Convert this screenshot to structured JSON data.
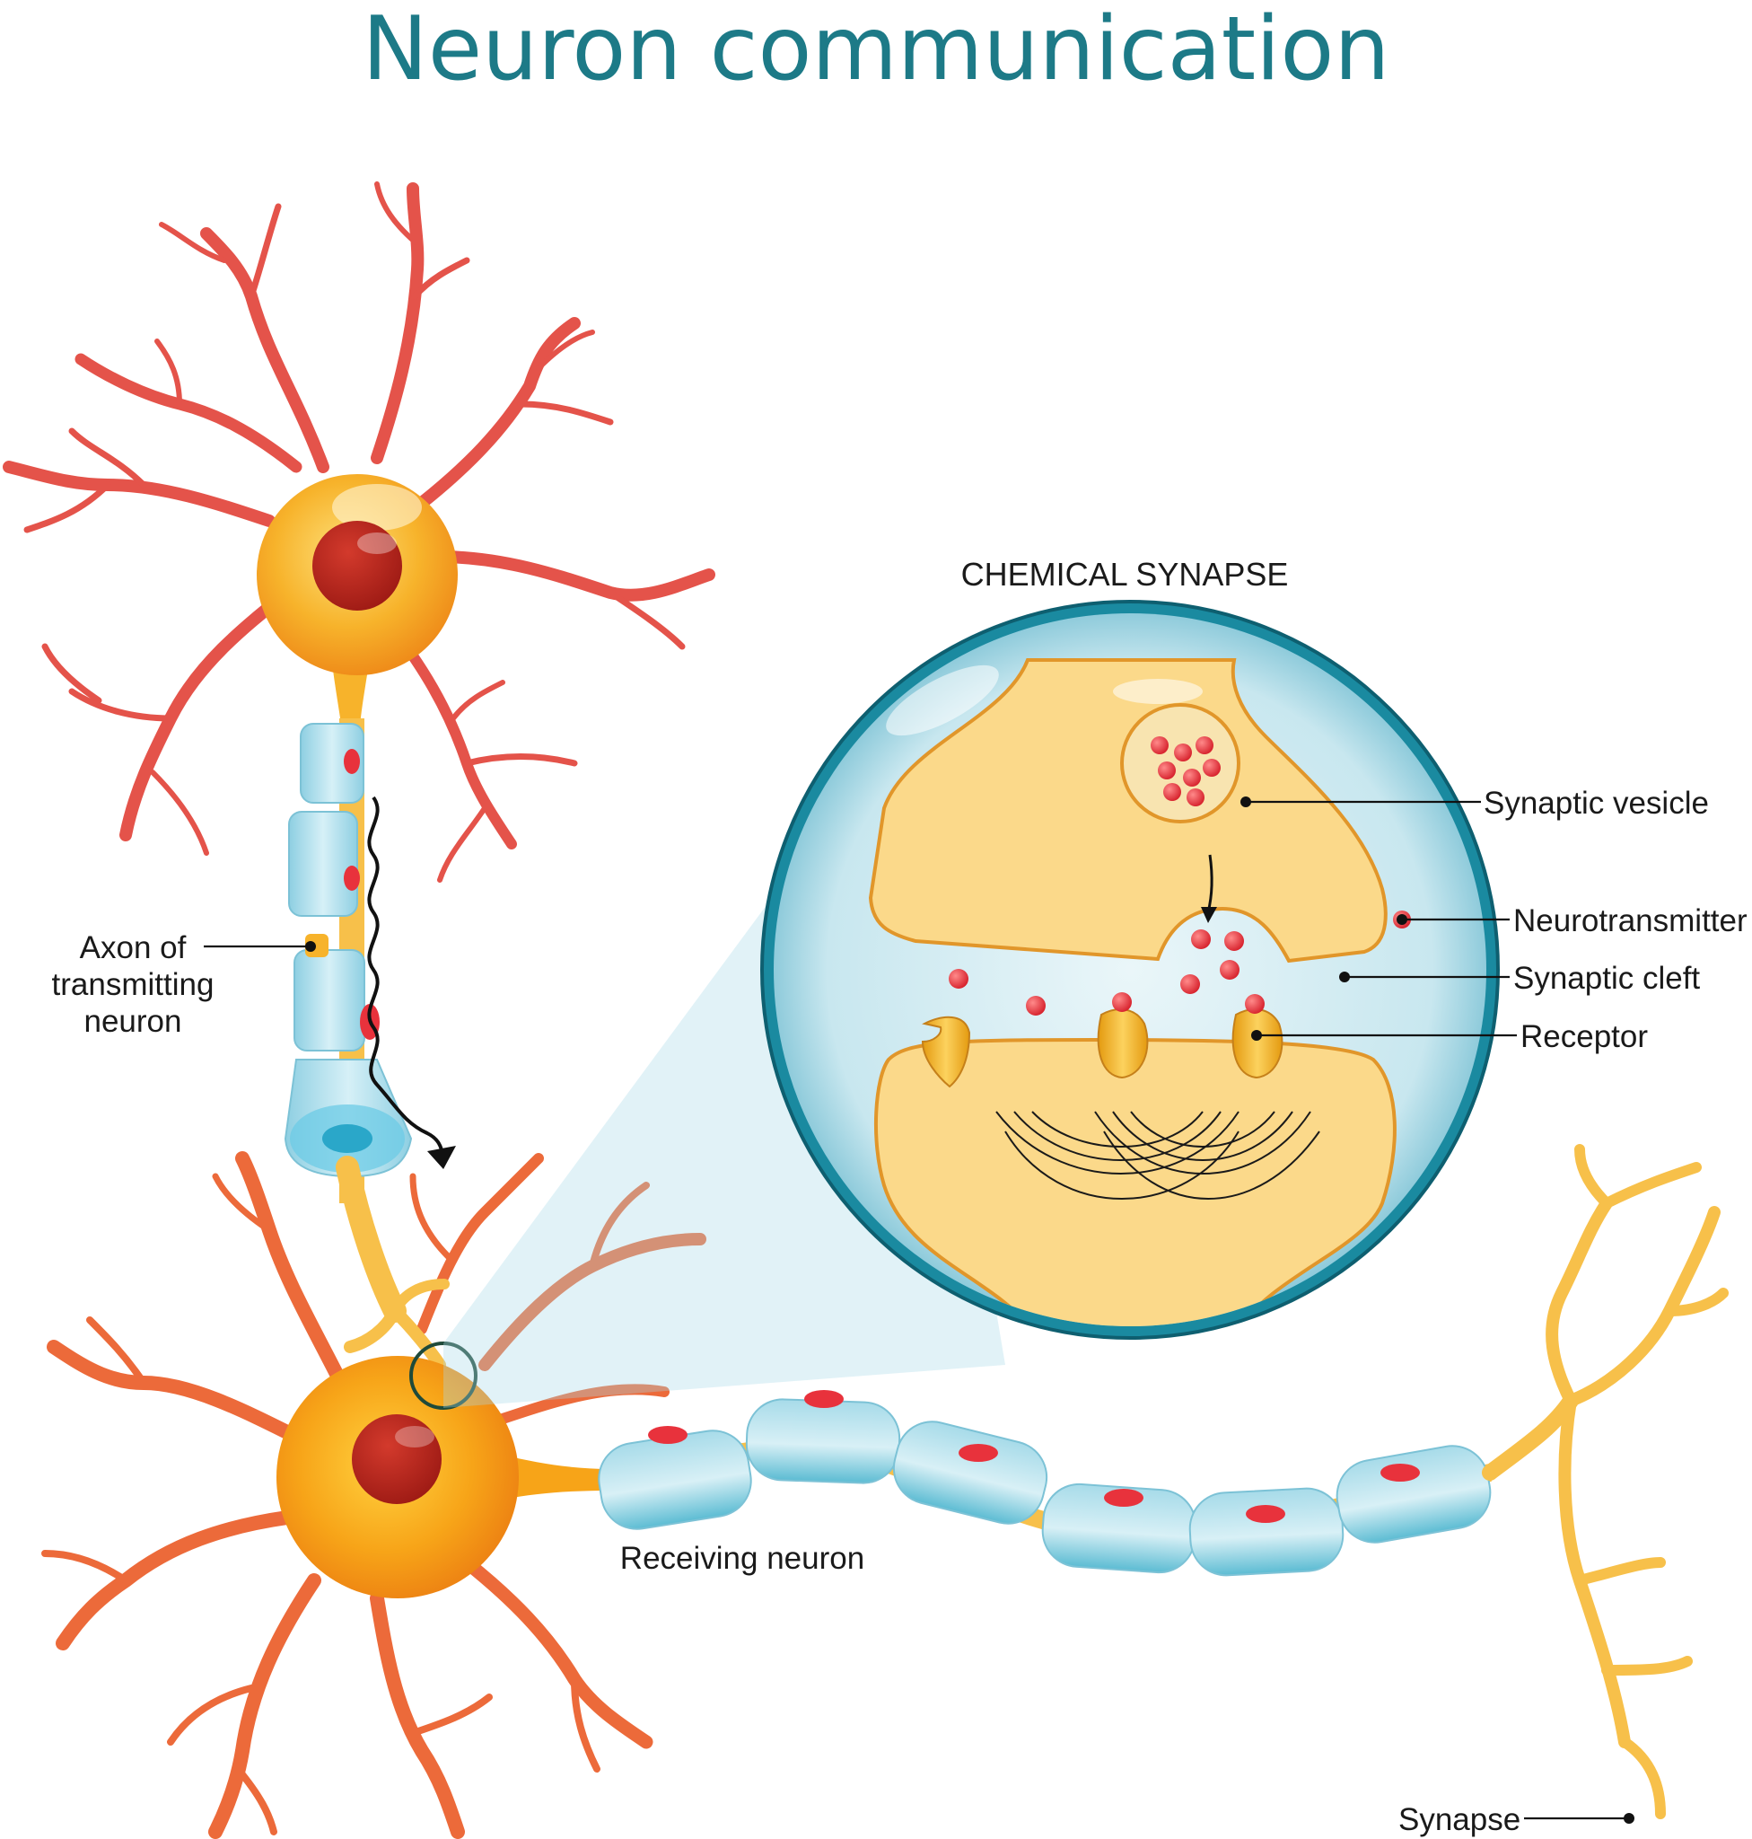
{
  "title": "Neuron communication",
  "subtitle": "CHEMICAL SYNAPSE",
  "labels": {
    "axon_line1": "Axon of",
    "axon_line2": "transmitting",
    "axon_line3": "neuron",
    "synaptic_vesicle": "Synaptic vesicle",
    "neurotransmitter": "Neurotransmitter",
    "synaptic_cleft": "Synaptic cleft",
    "receptor": "Receptor",
    "receiving_neuron": "Receiving neuron",
    "synapse": "Synapse"
  },
  "colors": {
    "title": "#1d7a87",
    "dendrite": "#e4534a",
    "soma": "#f5a623",
    "nucleus": "#b3211b",
    "myelin": "#a9dbe8",
    "lens_ring": "#1a8aa0",
    "cell_fill": "#fbd98a",
    "neurotransmitter": "#e8323c"
  }
}
